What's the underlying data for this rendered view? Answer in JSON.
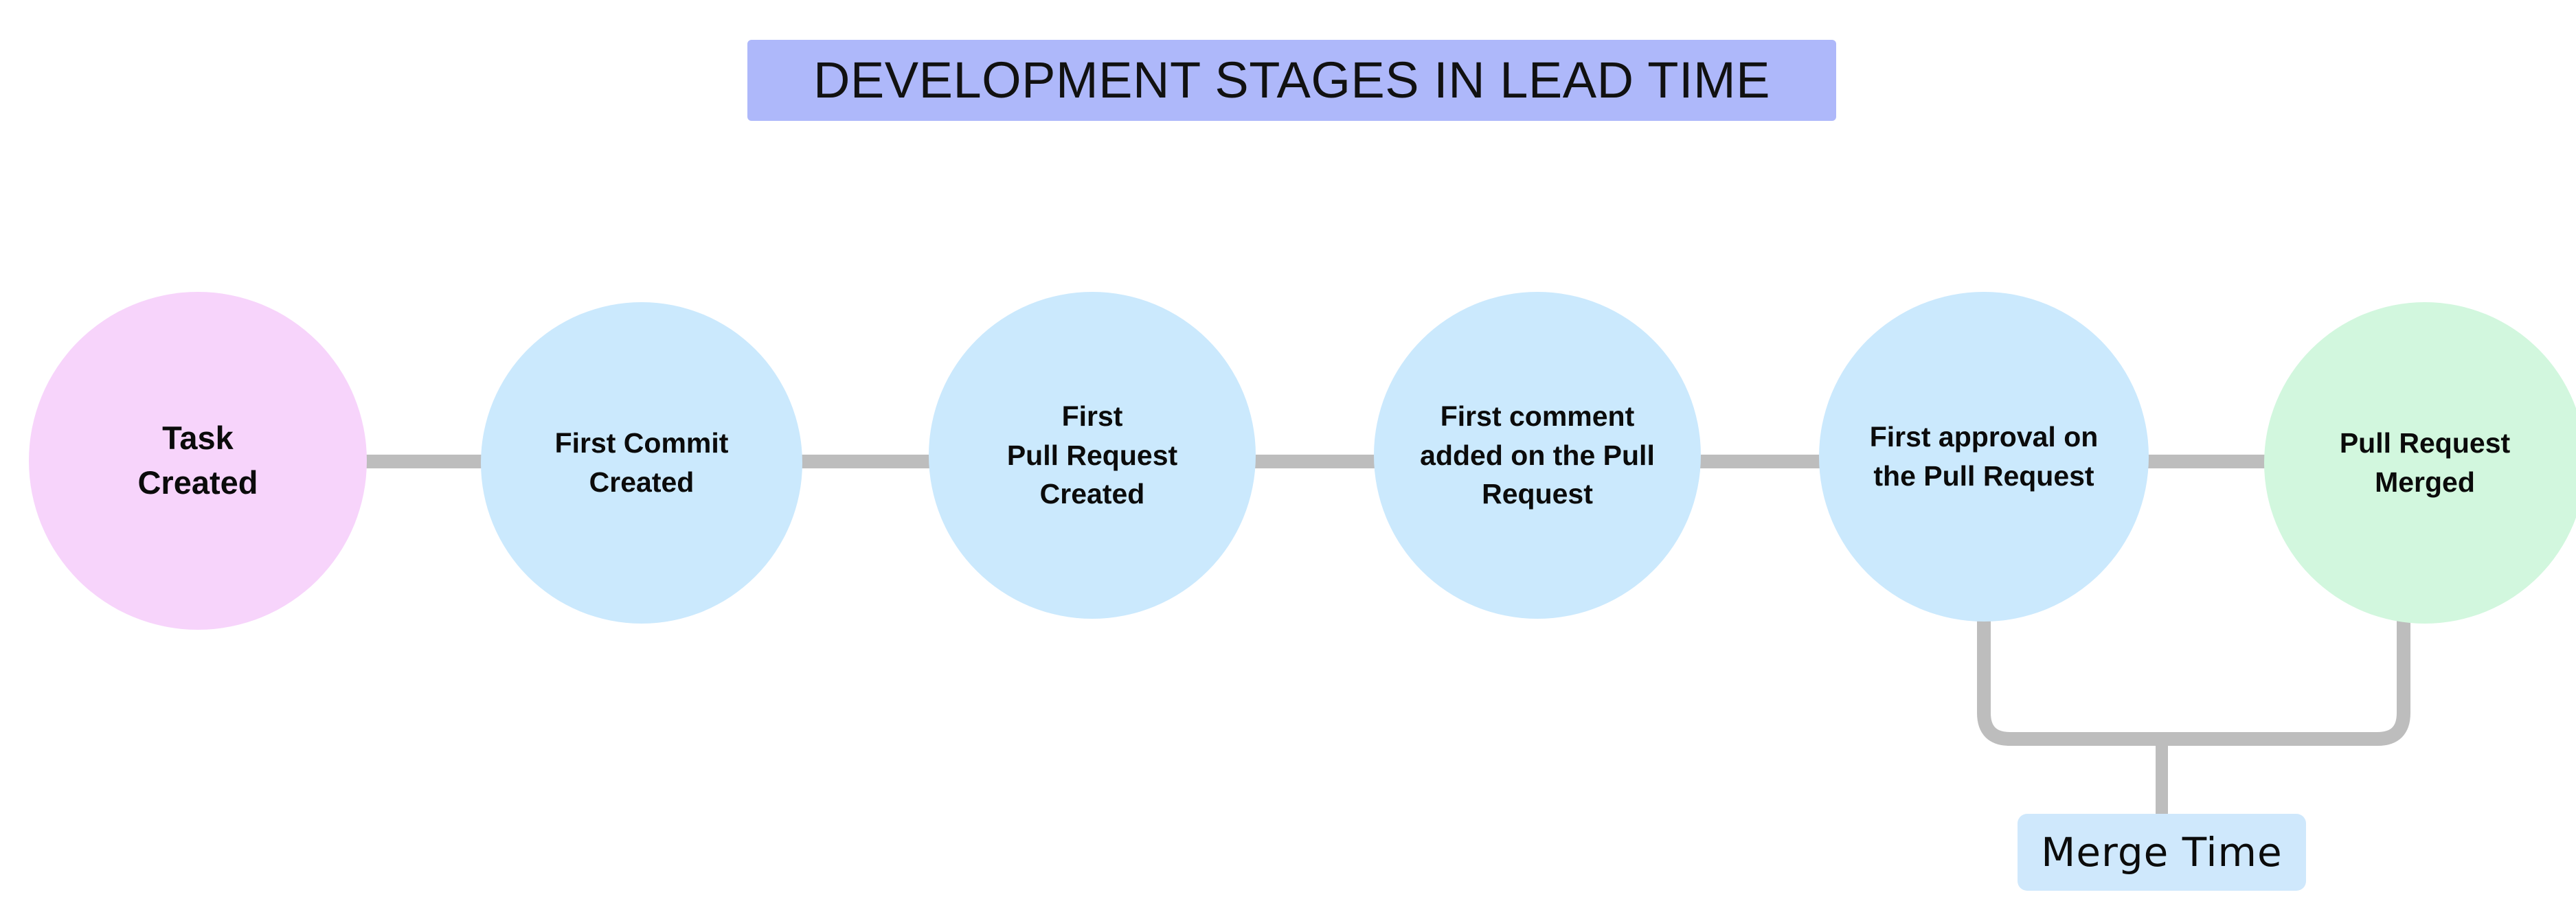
{
  "title": {
    "text": "DEVELOPMENT STAGES IN LEAD TIME",
    "background_color": "#aeb8fa",
    "text_color": "#111111"
  },
  "colors": {
    "start_node": "#f7d4fb",
    "process_node": "#cbe9fd",
    "end_node": "#d2f7de",
    "connector": "#bdbdbd",
    "callout_background": "#cfe8fc",
    "page_background": "#ffffff"
  },
  "chart_data": {
    "type": "diagram",
    "subtype": "horizontal-timeline-flow",
    "title": "DEVELOPMENT STAGES IN LEAD TIME",
    "nodes": [
      {
        "id": "task-created",
        "label": "Task\nCreated",
        "shape": "circle",
        "color": "#f7d4fb"
      },
      {
        "id": "first-commit",
        "label": "First Commit\nCreated",
        "shape": "circle",
        "color": "#cbe9fd"
      },
      {
        "id": "first-pr",
        "label": "First\nPull Request\nCreated",
        "shape": "circle",
        "color": "#cbe9fd"
      },
      {
        "id": "first-comment",
        "label": "First comment\nadded on the Pull\nRequest",
        "shape": "circle",
        "color": "#cbe9fd"
      },
      {
        "id": "first-approval",
        "label": "First approval on\nthe Pull Request",
        "shape": "circle",
        "color": "#cbe9fd"
      },
      {
        "id": "pr-merged",
        "label": "Pull Request\nMerged",
        "shape": "circle",
        "color": "#d2f7de"
      }
    ],
    "edges": [
      {
        "from": "task-created",
        "to": "first-commit",
        "style": "straight"
      },
      {
        "from": "first-commit",
        "to": "first-pr",
        "style": "straight"
      },
      {
        "from": "first-pr",
        "to": "first-comment",
        "style": "straight"
      },
      {
        "from": "first-comment",
        "to": "first-approval",
        "style": "straight"
      },
      {
        "from": "first-approval",
        "to": "pr-merged",
        "style": "straight"
      }
    ],
    "annotations": [
      {
        "id": "merge-time",
        "label": "Merge Time",
        "spans_from": "first-approval",
        "spans_to": "pr-merged",
        "style": "bracket-below",
        "background": "#cfe8fc"
      }
    ]
  },
  "nodes": {
    "n1": {
      "line1": "Task",
      "line2": "Created"
    },
    "n2": {
      "line1": "First Commit",
      "line2": "Created"
    },
    "n3": {
      "line1": "First",
      "line2": "Pull Request",
      "line3": "Created"
    },
    "n4": {
      "line1": "First comment",
      "line2": "added on the Pull",
      "line3": "Request"
    },
    "n5": {
      "line1": "First approval on",
      "line2": "the Pull Request"
    },
    "n6": {
      "line1": "Pull Request",
      "line2": "Merged"
    }
  },
  "node_labels": {
    "n1": "Task\nCreated",
    "n2": "First Commit\nCreated",
    "n3": "First\nPull Request\nCreated",
    "n4": "First comment\nadded on the Pull\nRequest",
    "n5": "First approval on\nthe Pull Request",
    "n6": "Pull Request\nMerged"
  },
  "callout": {
    "label": "Merge Time"
  }
}
